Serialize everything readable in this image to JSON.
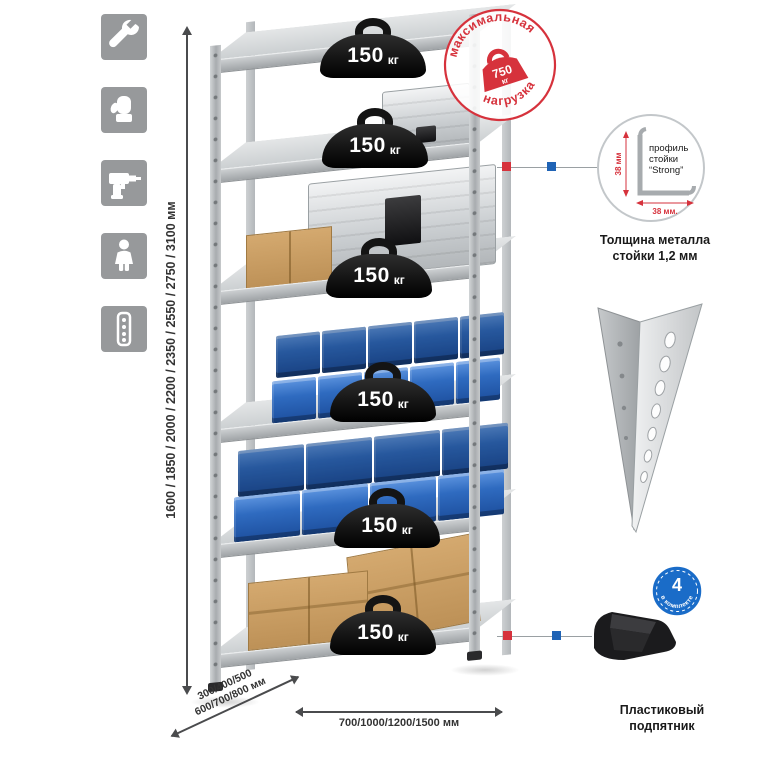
{
  "sidebar": {
    "icons": [
      {
        "name": "wrench"
      },
      {
        "name": "gloves"
      },
      {
        "name": "drill"
      },
      {
        "name": "person"
      },
      {
        "name": "perforated-post"
      }
    ]
  },
  "dimensions": {
    "height_label": "1600 / 1850 / 2000 / 2200 / 2350 / 2550 / 2750 / 3100 мм",
    "depth_label": "300/400/500\n600/700/800 мм",
    "width_label": "700/1000/1200/1500 мм"
  },
  "rack": {
    "shelf_count": 6,
    "shelf_loads": [
      {
        "value": "150",
        "unit": "кг"
      },
      {
        "value": "150",
        "unit": "кг"
      },
      {
        "value": "150",
        "unit": "кг"
      },
      {
        "value": "150",
        "unit": "кг"
      },
      {
        "value": "150",
        "unit": "кг"
      },
      {
        "value": "150",
        "unit": "кг"
      }
    ]
  },
  "stamp": {
    "arc_top": "максимальная",
    "arc_bottom": "нагрузка",
    "weight_value": "750",
    "weight_unit": "кг"
  },
  "profile_callout": {
    "label_line1": "профиль",
    "label_line2": "стойки",
    "label_line3": "“Strong”",
    "dim_vertical": "38 мм",
    "dim_horizontal": "38 мм.",
    "caption": "Толщина металла\nстойки 1,2 мм"
  },
  "foot_callout": {
    "badge_number": "4",
    "badge_text": "в комплекте",
    "caption": "Пластиковый\nподпятник"
  },
  "colors": {
    "accent_red": "#d6323c",
    "accent_blue": "#1f63b5",
    "metal_light": "#d9dcde",
    "metal_dark": "#9fa3a6",
    "bin_blue": "#2f6bc0"
  }
}
